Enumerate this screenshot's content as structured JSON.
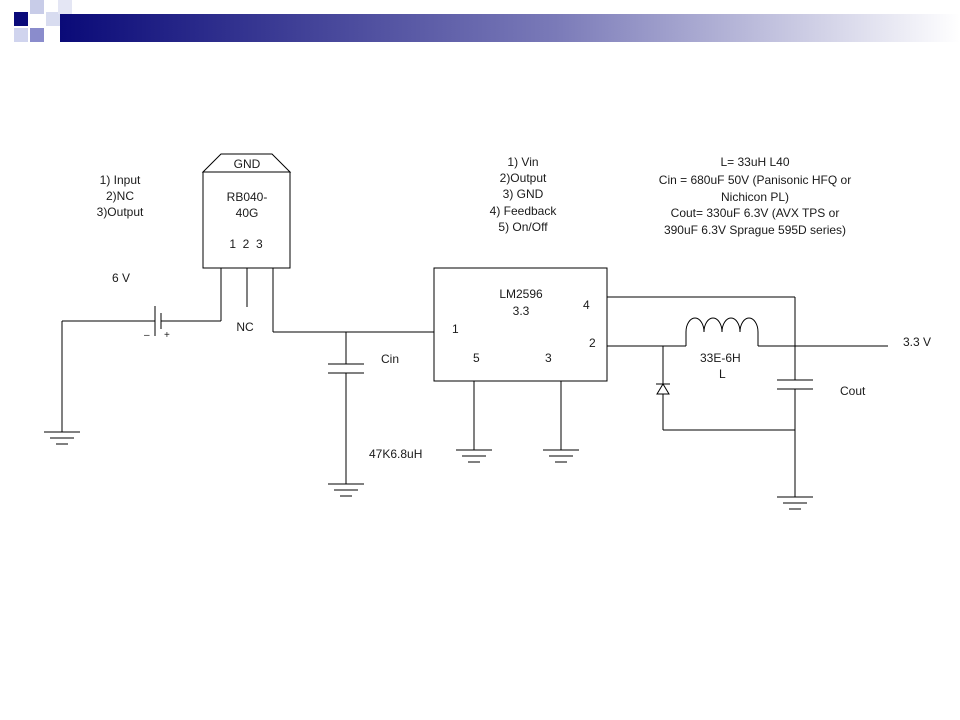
{
  "colors": {
    "accent_dark": "#0a0a7a",
    "accent_mid": "#5a5ab0",
    "accent_light": "#b8bce0",
    "bar_start": "#0a0a78",
    "bar_end": "#ffffff",
    "line": "#000000",
    "text": "#1a1a1a"
  },
  "regulator": {
    "pin_notes": [
      "1) Input",
      "2)NC",
      "3)Output"
    ],
    "tab_label": "GND",
    "name_line1": "RB040-",
    "name_line2": "40G",
    "pins": "1  2  3",
    "nc_label": "NC"
  },
  "battery": {
    "voltage": "6 V",
    "minus": "–",
    "plus": "+"
  },
  "input_cap": {
    "label": "Cin",
    "value": "47K6.8uH"
  },
  "ic": {
    "pin_notes": [
      "1) Vin",
      "2)Output",
      "3) GND",
      "4) Feedback",
      "5) On/Off"
    ],
    "name_line1": "LM2596",
    "name_line2": "3.3",
    "pin1": "1",
    "pin2": "2",
    "pin3": "3",
    "pin4": "4",
    "pin5": "5"
  },
  "output_stage": {
    "notes": [
      "L= 33uH L40",
      "Cin = 680uF 50V (Panisonic HFQ or",
      "Nichicon PL)",
      "Cout= 330uF 6.3V (AVX TPS or",
      "390uF 6.3V Sprague 595D series)"
    ],
    "diode_label": "33E-6H",
    "inductor_label": "L",
    "cap_label": "Cout",
    "output_voltage": "3.3 V"
  }
}
